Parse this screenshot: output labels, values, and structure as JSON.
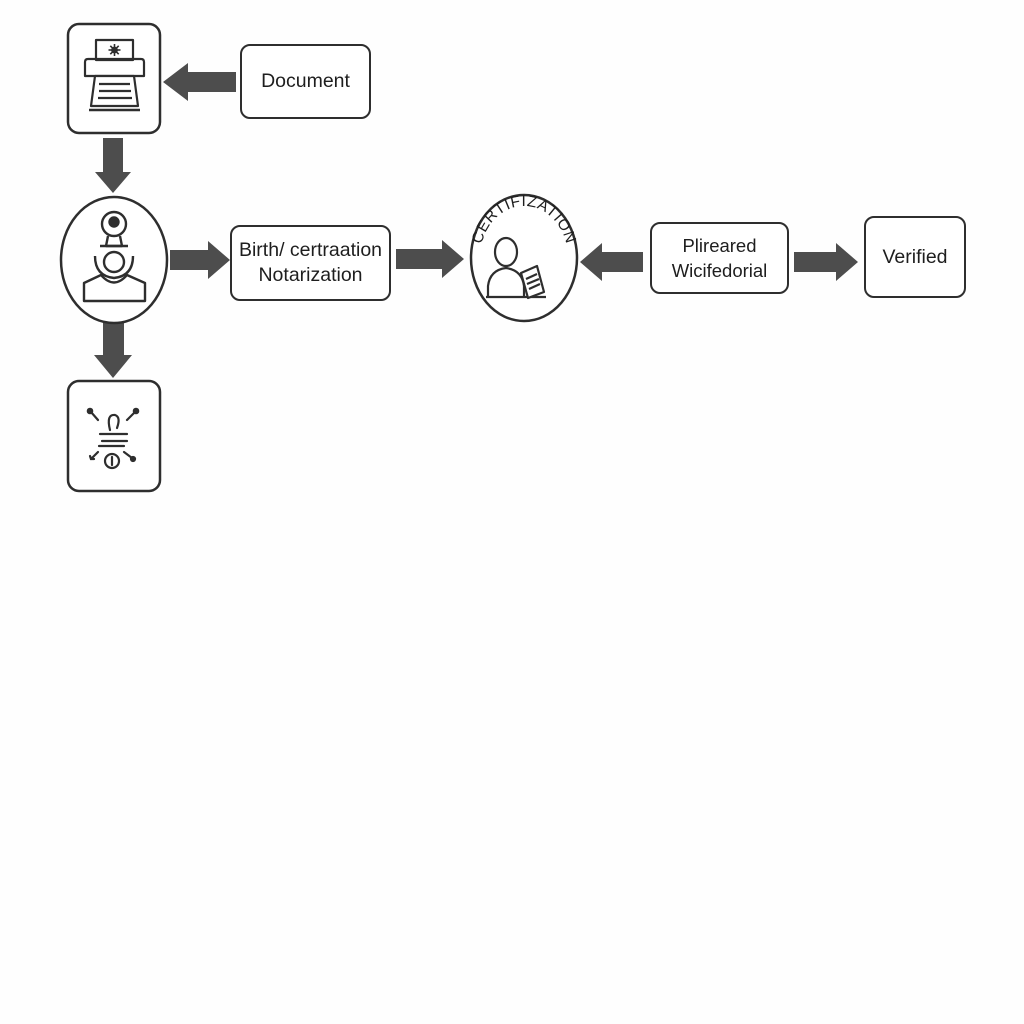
{
  "diagram": {
    "nodes": {
      "document": {
        "label": "Document"
      },
      "notarization": {
        "lines": [
          "Birth/ certraation",
          "Notarization"
        ]
      },
      "certification_seal": {
        "seal_text": "CERTIFIZATION"
      },
      "pl_box": {
        "lines": [
          "Plireared",
          "Wicifedorial"
        ]
      },
      "verified": {
        "label": "Verified"
      }
    },
    "icons": {
      "document_tile": "document-printer-icon",
      "notary_node": "notary-stamp-icon",
      "result_tile": "analysis-icon",
      "seal_figure": "person-with-document-icon"
    },
    "colors": {
      "stroke": "#2e2e2e",
      "arrow": "#4d4d4d",
      "text": "#1e1e1e",
      "background": "#fefefe"
    }
  }
}
